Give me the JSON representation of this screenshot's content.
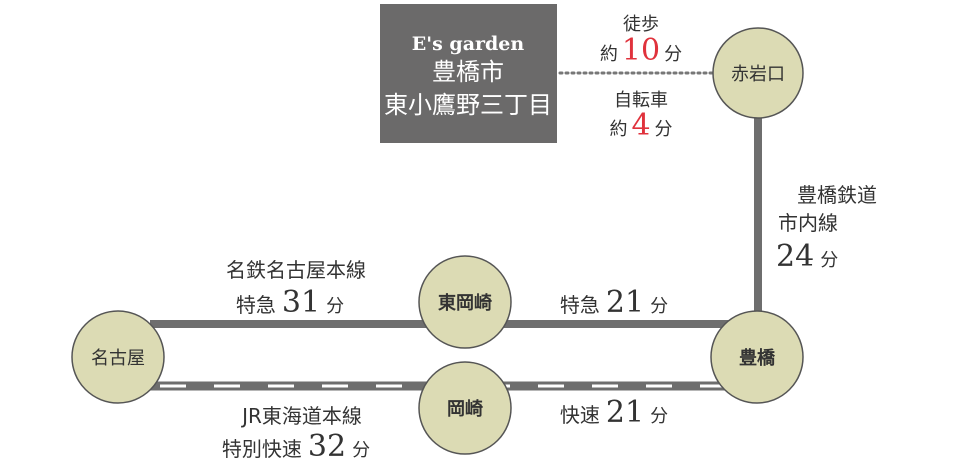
{
  "origin": {
    "brand": "E's garden",
    "city": "豊橋市",
    "address": "東小鷹野三丁目"
  },
  "walk": {
    "mode": "徒歩",
    "prefix": "約",
    "minutes": "10",
    "unit": "分"
  },
  "bike": {
    "mode": "自転車",
    "prefix": "約",
    "minutes": "4",
    "unit": "分"
  },
  "stations": {
    "akaiwaguchi": "赤岩口",
    "nagoya": "名古屋",
    "higashiokazaki": "東岡崎",
    "okazaki": "岡崎",
    "toyohashi": "豊橋"
  },
  "routes": {
    "toyotetsu": {
      "line1": "豊橋鉄道",
      "line2": "市内線",
      "minutes": "24",
      "unit": "分"
    },
    "meitetsu": {
      "line": "名鉄名古屋本線",
      "service": "特急",
      "minutes": "31",
      "unit": "分"
    },
    "meitetsu_east": {
      "service": "特急",
      "minutes": "21",
      "unit": "分"
    },
    "jr": {
      "line": "JR東海道本線",
      "service": "特別快速",
      "minutes": "32",
      "unit": "分"
    },
    "jr_east": {
      "service": "快速",
      "minutes": "21",
      "unit": "分"
    }
  },
  "colors": {
    "box": "#6b6a6a",
    "station": "#dcdbb4",
    "line": "#6e6e6e",
    "accent": "#e0323c"
  }
}
